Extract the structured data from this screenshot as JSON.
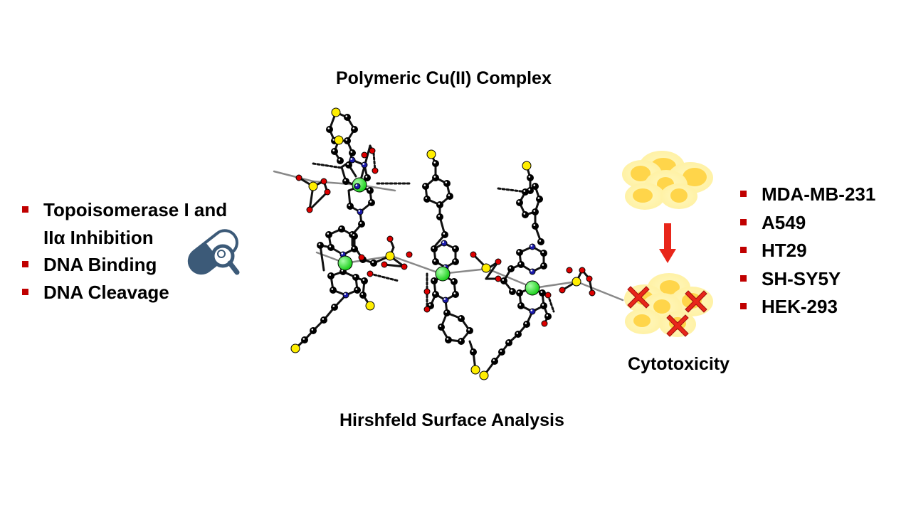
{
  "titles": {
    "top": "Polymeric Cu(II) Complex",
    "bottom": "Hirshfeld Surface Analysis",
    "cytotoxicity": "Cytotoxicity"
  },
  "left_bullets": {
    "item1_line1": "Topoisomerase I and",
    "item1_line2": "IIα Inhibition",
    "item2": "DNA Binding",
    "item3": "DNA Cleavage"
  },
  "cell_lines": [
    "MDA-MB-231",
    "A549",
    "HT29",
    "SH-SY5Y",
    "HEK-293"
  ],
  "colors": {
    "bullet": "#c00000",
    "copper": "#22dd22",
    "sulfur": "#ffee00",
    "oxygen": "#dd0000",
    "nitrogen": "#1a1aaa",
    "carbon": "#000000",
    "cell_fill": "#fff3a8",
    "cell_nucleus": "#ffd54a",
    "cross": "#e8261a",
    "arrow": "#e8261a",
    "icon": "#3c5a78"
  },
  "icons": [
    "capsule-magnifier-icon",
    "down-arrow-icon",
    "cross-icon"
  ]
}
